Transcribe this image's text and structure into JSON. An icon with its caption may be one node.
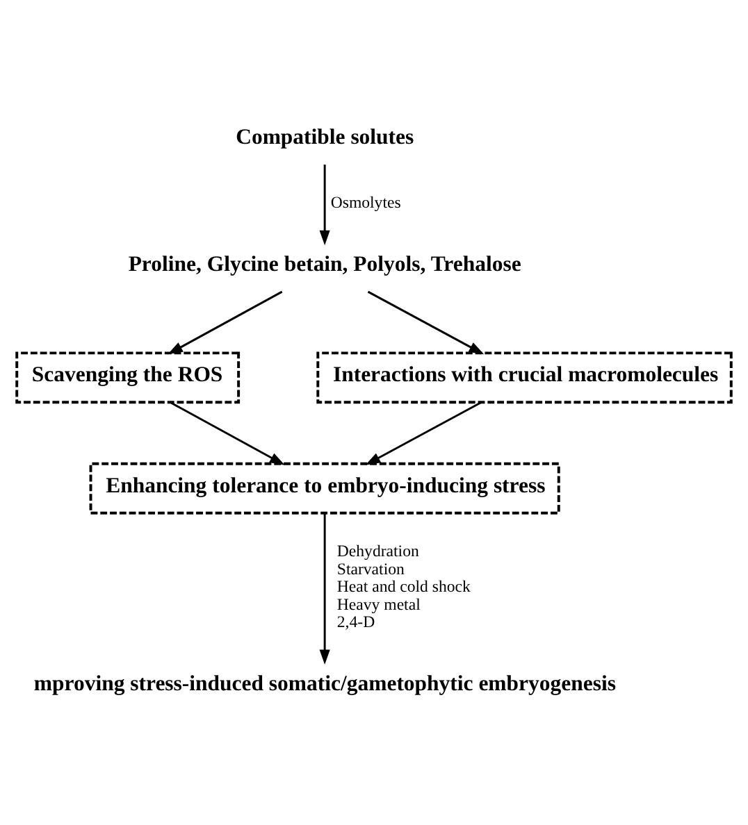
{
  "diagram": {
    "nodes": [
      {
        "text": [
          "Compatible solutes"
        ]
      },
      {
        "text": [
          "Proline, Glycine betain, Polyols, Trehalose"
        ]
      },
      {
        "text": [
          "Scavenging the ROS"
        ]
      },
      {
        "text": [
          "Interactions with crucial macromolecules"
        ]
      },
      {
        "text": [
          "Enhancing tolerance to embryo-inducing stress"
        ]
      },
      {
        "text": [
          "mproving stress-induced somatic/gametophytic embryogenesis"
        ]
      }
    ],
    "edges": [
      {
        "from": 0,
        "to": 1,
        "arrow": "to",
        "label": "Osmolytes"
      },
      {
        "from": 1,
        "to": 2,
        "arrow": "to"
      },
      {
        "from": 1,
        "to": 3,
        "arrow": "to"
      },
      {
        "from": 2,
        "to": 4,
        "arrow": "to"
      },
      {
        "from": 3,
        "to": 4,
        "arrow": "to"
      },
      {
        "from": 4,
        "to": 5,
        "arrow": "to",
        "label": [
          "Dehydration",
          "Starvation",
          "Heat and cold shock",
          "Heavy metal",
          "2,4-D"
        ]
      }
    ]
  }
}
